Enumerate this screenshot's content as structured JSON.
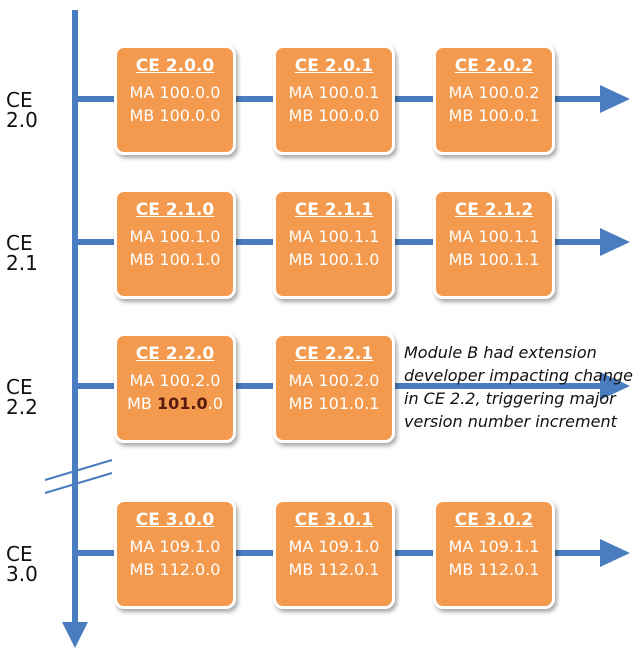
{
  "rows": [
    {
      "label": "CE 2.0",
      "boxes": [
        {
          "title": "CE 2.0.0",
          "ma": "MA 100.0.0",
          "mb": "MB 100.0.0"
        },
        {
          "title": "CE 2.0.1",
          "ma": "MA 100.0.1",
          "mb": "MB 100.0.0"
        },
        {
          "title": "CE 2.0.2",
          "ma": "MA 100.0.2",
          "mb": "MB 100.0.1"
        }
      ]
    },
    {
      "label": "CE 2.1",
      "boxes": [
        {
          "title": "CE 2.1.0",
          "ma": "MA 100.1.0",
          "mb": "MB 100.1.0"
        },
        {
          "title": "CE 2.1.1",
          "ma": "MA 100.1.1",
          "mb": "MB 100.1.0"
        },
        {
          "title": "CE 2.1.2",
          "ma": "MA 100.1.1",
          "mb": "MB 100.1.1"
        }
      ]
    },
    {
      "label": "CE 2.2",
      "boxes": [
        {
          "title": "CE 2.2.0",
          "ma": "MA 100.2.0",
          "mb_prefix": "MB ",
          "mb_highlight": "101.0",
          "mb_suffix": ".0"
        },
        {
          "title": "CE 2.2.1",
          "ma": "MA 100.2.0",
          "mb": "MB 101.0.1"
        }
      ]
    },
    {
      "label": "CE 3.0",
      "boxes": [
        {
          "title": "CE 3.0.0",
          "ma": "MA 109.1.0",
          "mb": "MB 112.0.0"
        },
        {
          "title": "CE 3.0.1",
          "ma": "MA 109.1.0",
          "mb": "MB 112.0.1"
        },
        {
          "title": "CE 3.0.2",
          "ma": "MA 109.1.1",
          "mb": "MB 112.0.1"
        }
      ]
    }
  ],
  "note": "Module B had extension developer impacting change in CE 2.2, triggering major version number increment",
  "colors": {
    "arrow": "#4a7dbf",
    "box_fill": "#f39a4f",
    "box_text": "#ffffff",
    "highlight_text": "#5a1a0e"
  }
}
